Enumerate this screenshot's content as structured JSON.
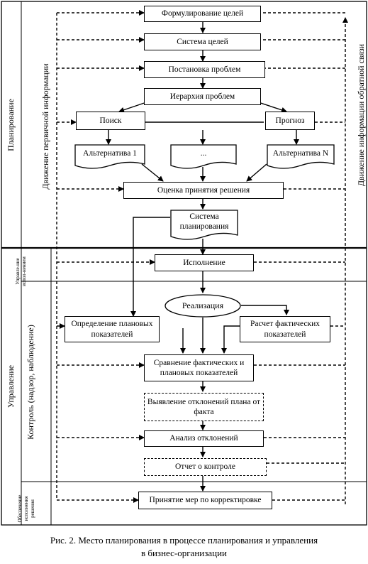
{
  "sections": {
    "planning": "Планирование",
    "management": "Управление",
    "execution_mgmt": "Управле-ние испол-нением",
    "control": "Контроль (надзор, наблюдение)",
    "decision_support": "Обеспечение исполнения решения"
  },
  "flows": {
    "primary_info": "Движение первичной информации",
    "feedback_info": "Движение информации обратной связи"
  },
  "nodes": {
    "goals": "Формулирование целей",
    "goal_system": "Система целей",
    "problem_statement": "Постановка проблем",
    "problem_hierarchy": "Иерархия проблем",
    "search": "Поиск",
    "forecast": "Прогноз",
    "alt1": "Альтернатива 1",
    "alt_dots": "...",
    "altN": "Альтернатива N",
    "decision_eval": "Оценка принятия решения",
    "planning_system": "Система планирования",
    "execution": "Исполнение",
    "realization": "Реализация",
    "planned_indicators": "Определение плановых показателей",
    "actual_calc": "Расчет фактических показателей",
    "comparison": "Сравнение фактических и плановых показателей",
    "deviation_detection": "Выявление отклонений плана от факта",
    "deviation_analysis": "Анализ отклонений",
    "control_report": "Отчет о контроле",
    "corrective_measures": "Принятие мер по корректировке"
  },
  "caption": {
    "line1": "Рис. 2. Место планирования в процессе планирования и управления",
    "line2": "в бизнес-организации"
  }
}
